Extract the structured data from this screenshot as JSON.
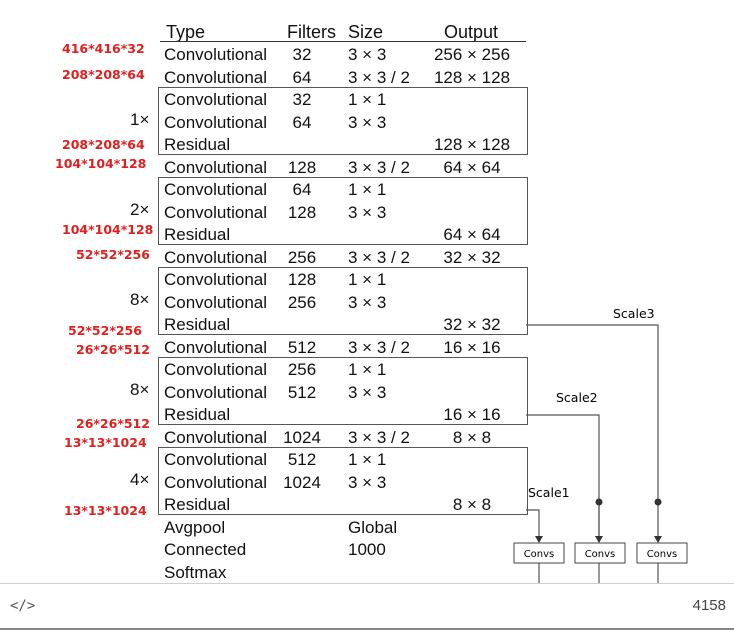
{
  "table": {
    "headers": {
      "type": "Type",
      "filters": "Filters",
      "size": "Size",
      "output": "Output"
    },
    "rows": [
      {
        "type": "Convolutional",
        "filters": "32",
        "size": "3 × 3",
        "output": "256 × 256"
      },
      {
        "type": "Convolutional",
        "filters": "64",
        "size": "3 × 3 / 2",
        "output": "128 × 128"
      },
      {
        "type": "Convolutional",
        "filters": "32",
        "size": "1 × 1",
        "output": ""
      },
      {
        "type": "Convolutional",
        "filters": "64",
        "size": "3 × 3",
        "output": ""
      },
      {
        "type": "Residual",
        "filters": "",
        "size": "",
        "output": "128 × 128"
      },
      {
        "type": "Convolutional",
        "filters": "128",
        "size": "3 × 3 / 2",
        "output": "64 × 64"
      },
      {
        "type": "Convolutional",
        "filters": "64",
        "size": "1 × 1",
        "output": ""
      },
      {
        "type": "Convolutional",
        "filters": "128",
        "size": "3 × 3",
        "output": ""
      },
      {
        "type": "Residual",
        "filters": "",
        "size": "",
        "output": "64 × 64"
      },
      {
        "type": "Convolutional",
        "filters": "256",
        "size": "3 × 3 / 2",
        "output": "32 × 32"
      },
      {
        "type": "Convolutional",
        "filters": "128",
        "size": "1 × 1",
        "output": ""
      },
      {
        "type": "Convolutional",
        "filters": "256",
        "size": "3 × 3",
        "output": ""
      },
      {
        "type": "Residual",
        "filters": "",
        "size": "",
        "output": "32 × 32"
      },
      {
        "type": "Convolutional",
        "filters": "512",
        "size": "3 × 3 / 2",
        "output": "16 × 16"
      },
      {
        "type": "Convolutional",
        "filters": "256",
        "size": "1 × 1",
        "output": ""
      },
      {
        "type": "Convolutional",
        "filters": "512",
        "size": "3 × 3",
        "output": ""
      },
      {
        "type": "Residual",
        "filters": "",
        "size": "",
        "output": "16 × 16"
      },
      {
        "type": "Convolutional",
        "filters": "1024",
        "size": "3 × 3 / 2",
        "output": "8 × 8"
      },
      {
        "type": "Convolutional",
        "filters": "512",
        "size": "1 × 1",
        "output": ""
      },
      {
        "type": "Convolutional",
        "filters": "1024",
        "size": "3 × 3",
        "output": ""
      },
      {
        "type": "Residual",
        "filters": "",
        "size": "",
        "output": "8 × 8"
      },
      {
        "type": "Avgpool",
        "filters": "",
        "size": "Global",
        "output": ""
      },
      {
        "type": "Connected",
        "filters": "",
        "size": "1000",
        "output": ""
      },
      {
        "type": "Softmax",
        "filters": "",
        "size": "",
        "output": ""
      }
    ],
    "multipliers": [
      "1×",
      "2×",
      "8×",
      "8×",
      "4×"
    ]
  },
  "annotations": [
    "416*416*32",
    "208*208*64",
    "208*208*64",
    "104*104*128",
    "104*104*128",
    "52*52*256",
    "52*52*256",
    "26*26*512",
    "26*26*512",
    "13*13*1024",
    "13*13*1024"
  ],
  "annotation_color": "#e0201f",
  "scales": {
    "labels": [
      "Scale1",
      "Scale2",
      "Scale3"
    ],
    "conv_label": "Convs"
  },
  "footer": {
    "code_icon": "</>",
    "count": "4158",
    "icon_name": "code-icon"
  }
}
